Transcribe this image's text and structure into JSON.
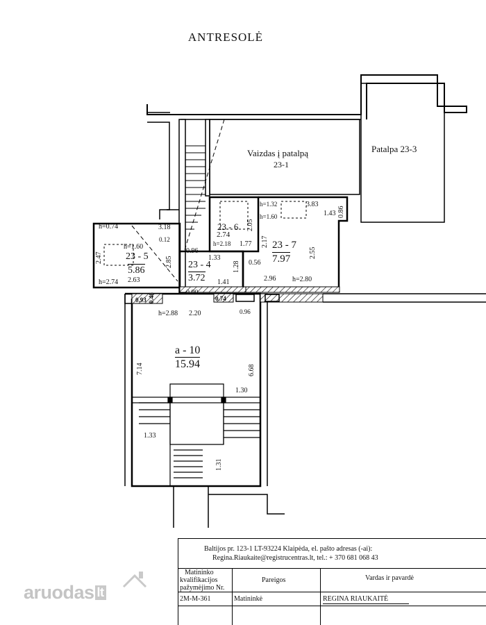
{
  "title": "ANTRESOLĖ",
  "rooms": {
    "view_label": "Vaizdas į patalpą",
    "view_id": "23-1",
    "premise_label": "Patalpa 23-3",
    "r5_id": "23 - 5",
    "r5_area": "5.86",
    "r4_id": "23 - 4",
    "r4_area": "3.72",
    "r6_id": "23 - 6",
    "r6_area": "2.74",
    "r7_id": "23 - 7",
    "r7_area": "7.97",
    "a10_id": "a - 10",
    "a10_area": "15.94"
  },
  "dims": {
    "h074": "h=0.74",
    "d318": "3.18",
    "d012": "0.12",
    "h160a": "h=1.60",
    "d247": "2.47",
    "d285": "2.85",
    "h274": "h=2.74",
    "d263": "2.63",
    "d096a": "0.96",
    "d133a": "1.33",
    "d141": "1.41",
    "d128": "1.28",
    "d090": "0.90",
    "h218": "h=2.18",
    "d177": "1.77",
    "d205": "2.05",
    "h132": "h=1.32",
    "d383": "3.83",
    "d086": "0.86",
    "h160b": "h=1.60",
    "d143": "1.43",
    "d217": "2.17",
    "d056": "0.56",
    "d255": "2.55",
    "d296": "2.96",
    "h280": "h=2.80",
    "d093": "0.93",
    "d046": "0.46",
    "d074": "0.74",
    "h288": "h=2.88",
    "d220": "2.20",
    "d096b": "0.96",
    "d714": "7.14",
    "d668": "6.68",
    "d130": "1.30",
    "d133b": "1.33",
    "d131": "1.31"
  },
  "title_block": {
    "address_line1": "Baltijos pr. 123-1 LT-93224 Klaipėda, el. pašto adresas (-ai):",
    "address_line2": "Regina.Riaukaite@registrucentras.lt, tel.: + 370 681 068 43",
    "col1_h1": "Matininko",
    "col1_h2": "kvalifikacijos",
    "col1_h3": "pažymėjimo Nr.",
    "col2_header": "Pareigos",
    "col3_header": "Vardas ir pavardė",
    "cert_no": "2M-M-361",
    "position": "Matininkė",
    "name": "REGINA RIAUKAITĖ"
  },
  "watermark": {
    "brand": "aruodas",
    "suffix": "lt"
  }
}
